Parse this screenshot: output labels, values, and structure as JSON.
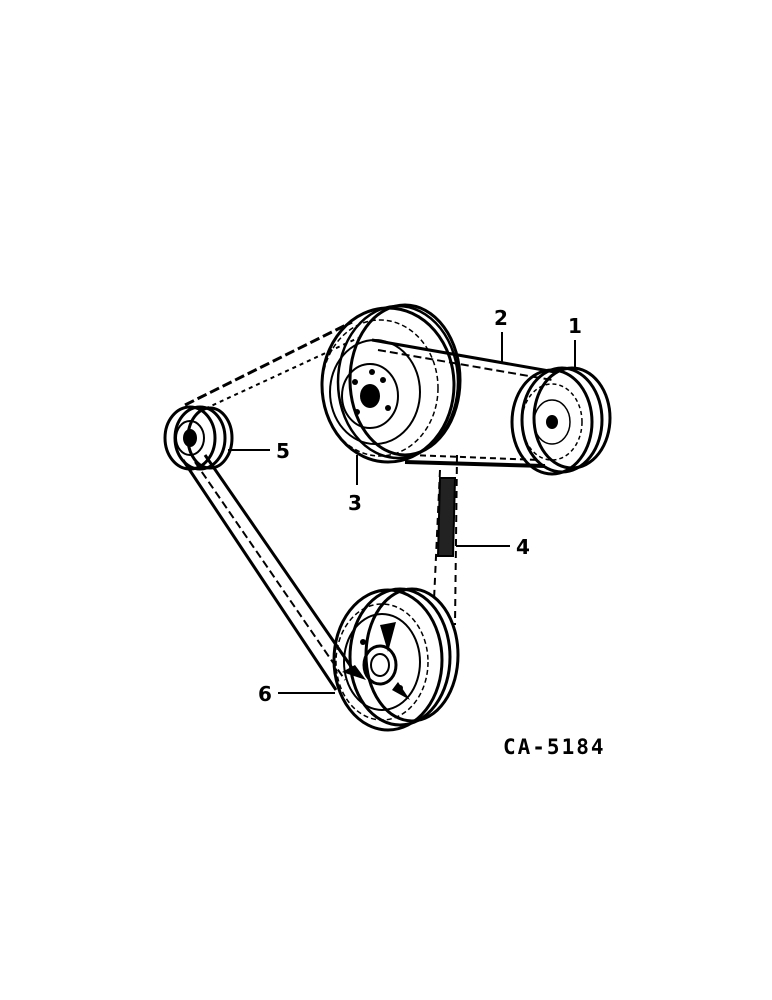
{
  "callouts": {
    "c1": "1",
    "c2": "2",
    "c3": "3",
    "c4": "4",
    "c5": "5",
    "c6": "6"
  },
  "drawing_code": "CA-5184",
  "colors": {
    "ink": "#000000",
    "paper": "#ffffff"
  }
}
